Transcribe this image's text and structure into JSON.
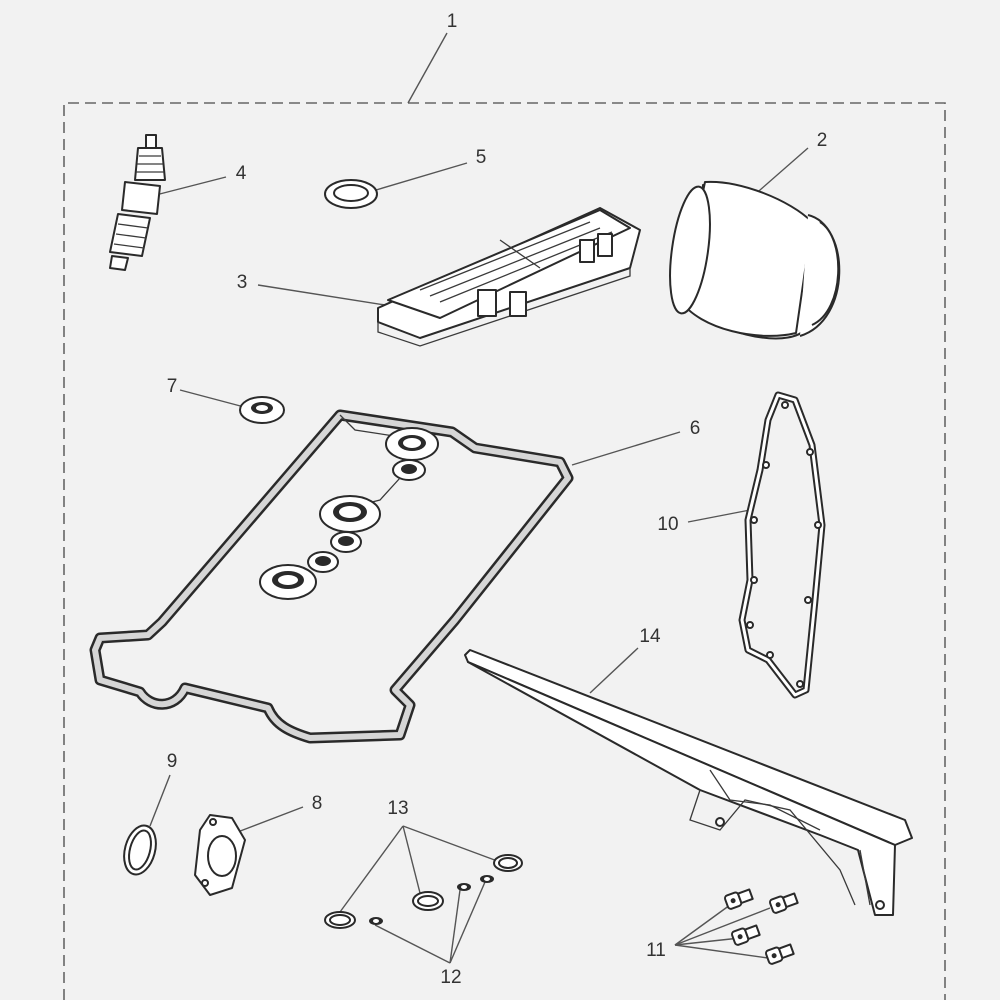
{
  "diagram": {
    "callouts": [
      {
        "id": "kit",
        "label": "1"
      },
      {
        "id": "oil-filter",
        "label": "2"
      },
      {
        "id": "air-filter",
        "label": "3"
      },
      {
        "id": "spark-plug",
        "label": "4"
      },
      {
        "id": "sealing-washer",
        "label": "5"
      },
      {
        "id": "cam-cover-gasket",
        "label": "6"
      },
      {
        "id": "small-seal",
        "label": "7"
      },
      {
        "id": "flange-gasket",
        "label": "8"
      },
      {
        "id": "o-ring-large",
        "label": "9"
      },
      {
        "id": "clutch-cover-gasket",
        "label": "10"
      },
      {
        "id": "bolts",
        "label": "11"
      },
      {
        "id": "o-rings-small",
        "label": "12"
      },
      {
        "id": "o-rings-medium",
        "label": "13"
      },
      {
        "id": "chain-guide",
        "label": "14"
      }
    ],
    "colors": {
      "background": "#f2f2f2",
      "line": "#2a2a2a",
      "kit_border": "#666666"
    }
  }
}
